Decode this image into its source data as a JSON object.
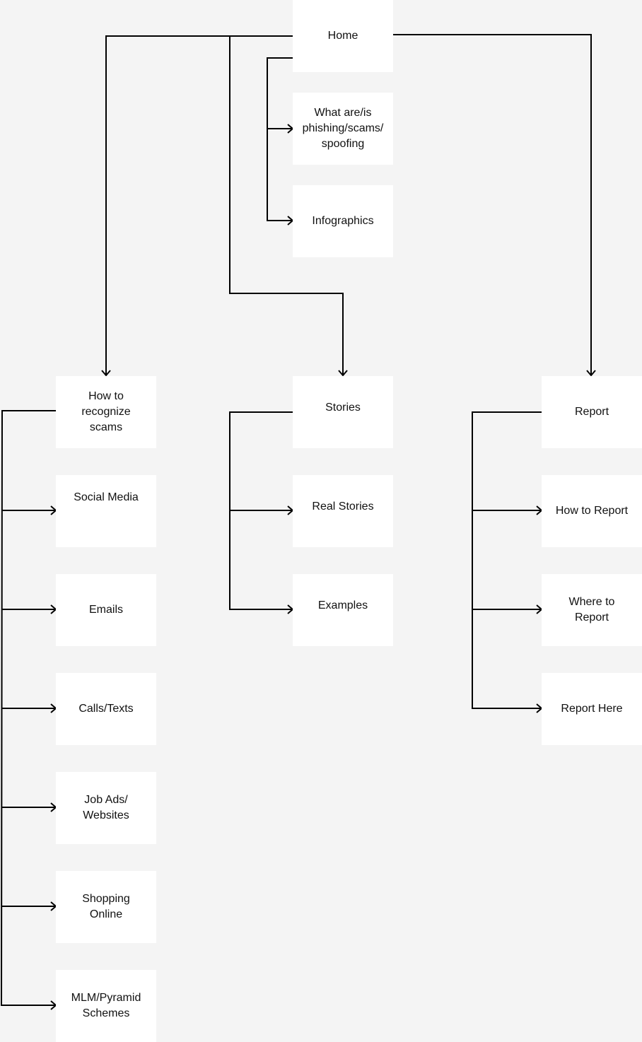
{
  "diagram": {
    "nodes": {
      "home": "Home",
      "what_are": "What are/is\nphishing/scams/\nspoofing",
      "infographics": "Infographics",
      "recognize": "How to\nrecognize\nscams",
      "social_media": "Social Media",
      "emails": "Emails",
      "calls_texts": "Calls/Texts",
      "job_ads": "Job Ads/\nWebsites",
      "shopping": "Shopping\nOnline",
      "mlm": "MLM/Pyramid\nSchemes",
      "stories": "Stories",
      "real_stories": "Real Stories",
      "examples": "Examples",
      "report": "Report",
      "how_to_report": "How to Report",
      "where_to_report": "Where to\nReport",
      "report_here": "Report Here"
    }
  }
}
